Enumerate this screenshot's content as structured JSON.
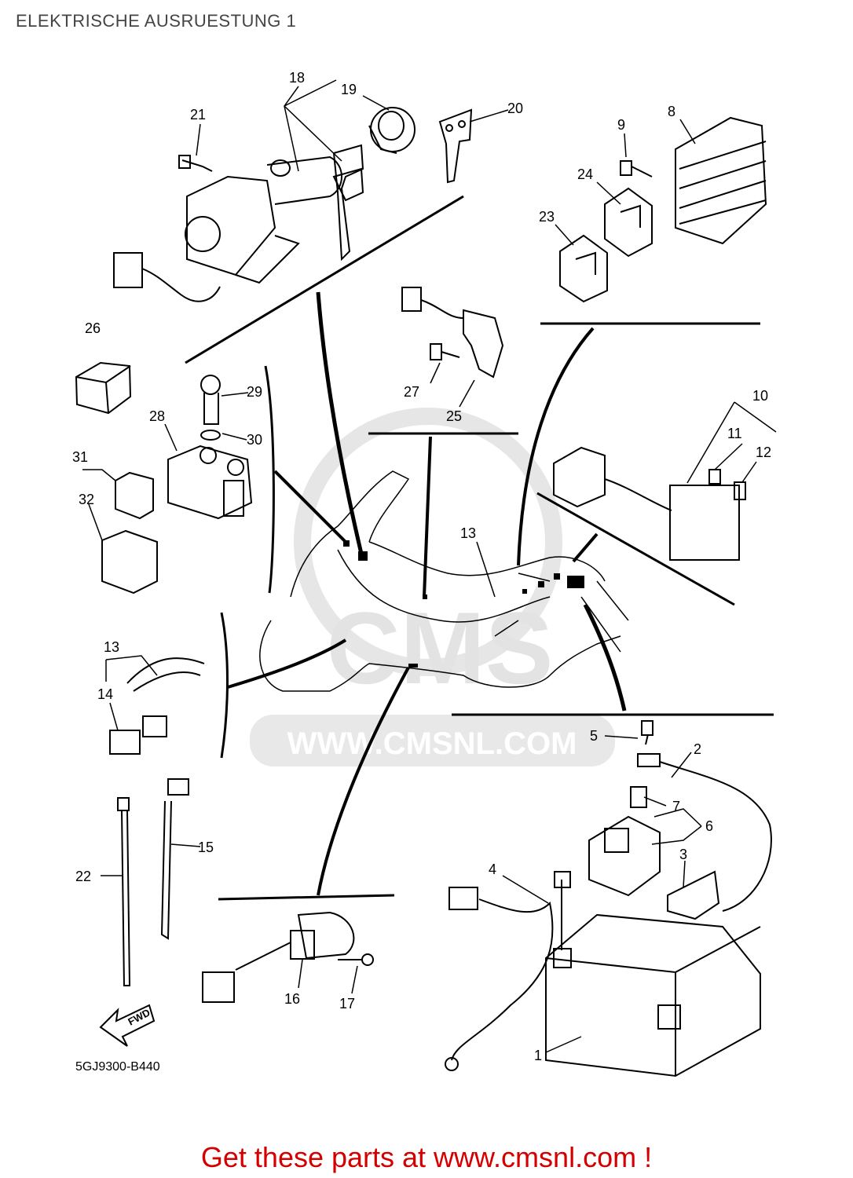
{
  "title": "ELEKTRISCHE AUSRUESTUNG 1",
  "drawing_code": "5GJ9300-B440",
  "watermark": {
    "logo": "CMS",
    "url": "WWW.CMSNL.COM"
  },
  "fwd_label": "FWD",
  "call_to_action": "Get these parts at www.cmsnl.com !",
  "parts": {
    "p1": "1",
    "p2": "2",
    "p3": "3",
    "p4": "4",
    "p5": "5",
    "p6": "6",
    "p7": "7",
    "p8": "8",
    "p9": "9",
    "p10": "10",
    "p11": "11",
    "p12": "12",
    "p13": "13",
    "p13b": "13",
    "p14": "14",
    "p15": "15",
    "p16": "16",
    "p17": "17",
    "p18": "18",
    "p19": "19",
    "p20": "20",
    "p21": "21",
    "p22": "22",
    "p23": "23",
    "p24": "24",
    "p25": "25",
    "p26": "26",
    "p27": "27",
    "p28": "28",
    "p29": "29",
    "p30": "30",
    "p31": "31",
    "p32": "32"
  },
  "colors": {
    "line": "#000000",
    "watermark": "#e3e3e3",
    "cta": "#d40000",
    "title": "#444444"
  }
}
